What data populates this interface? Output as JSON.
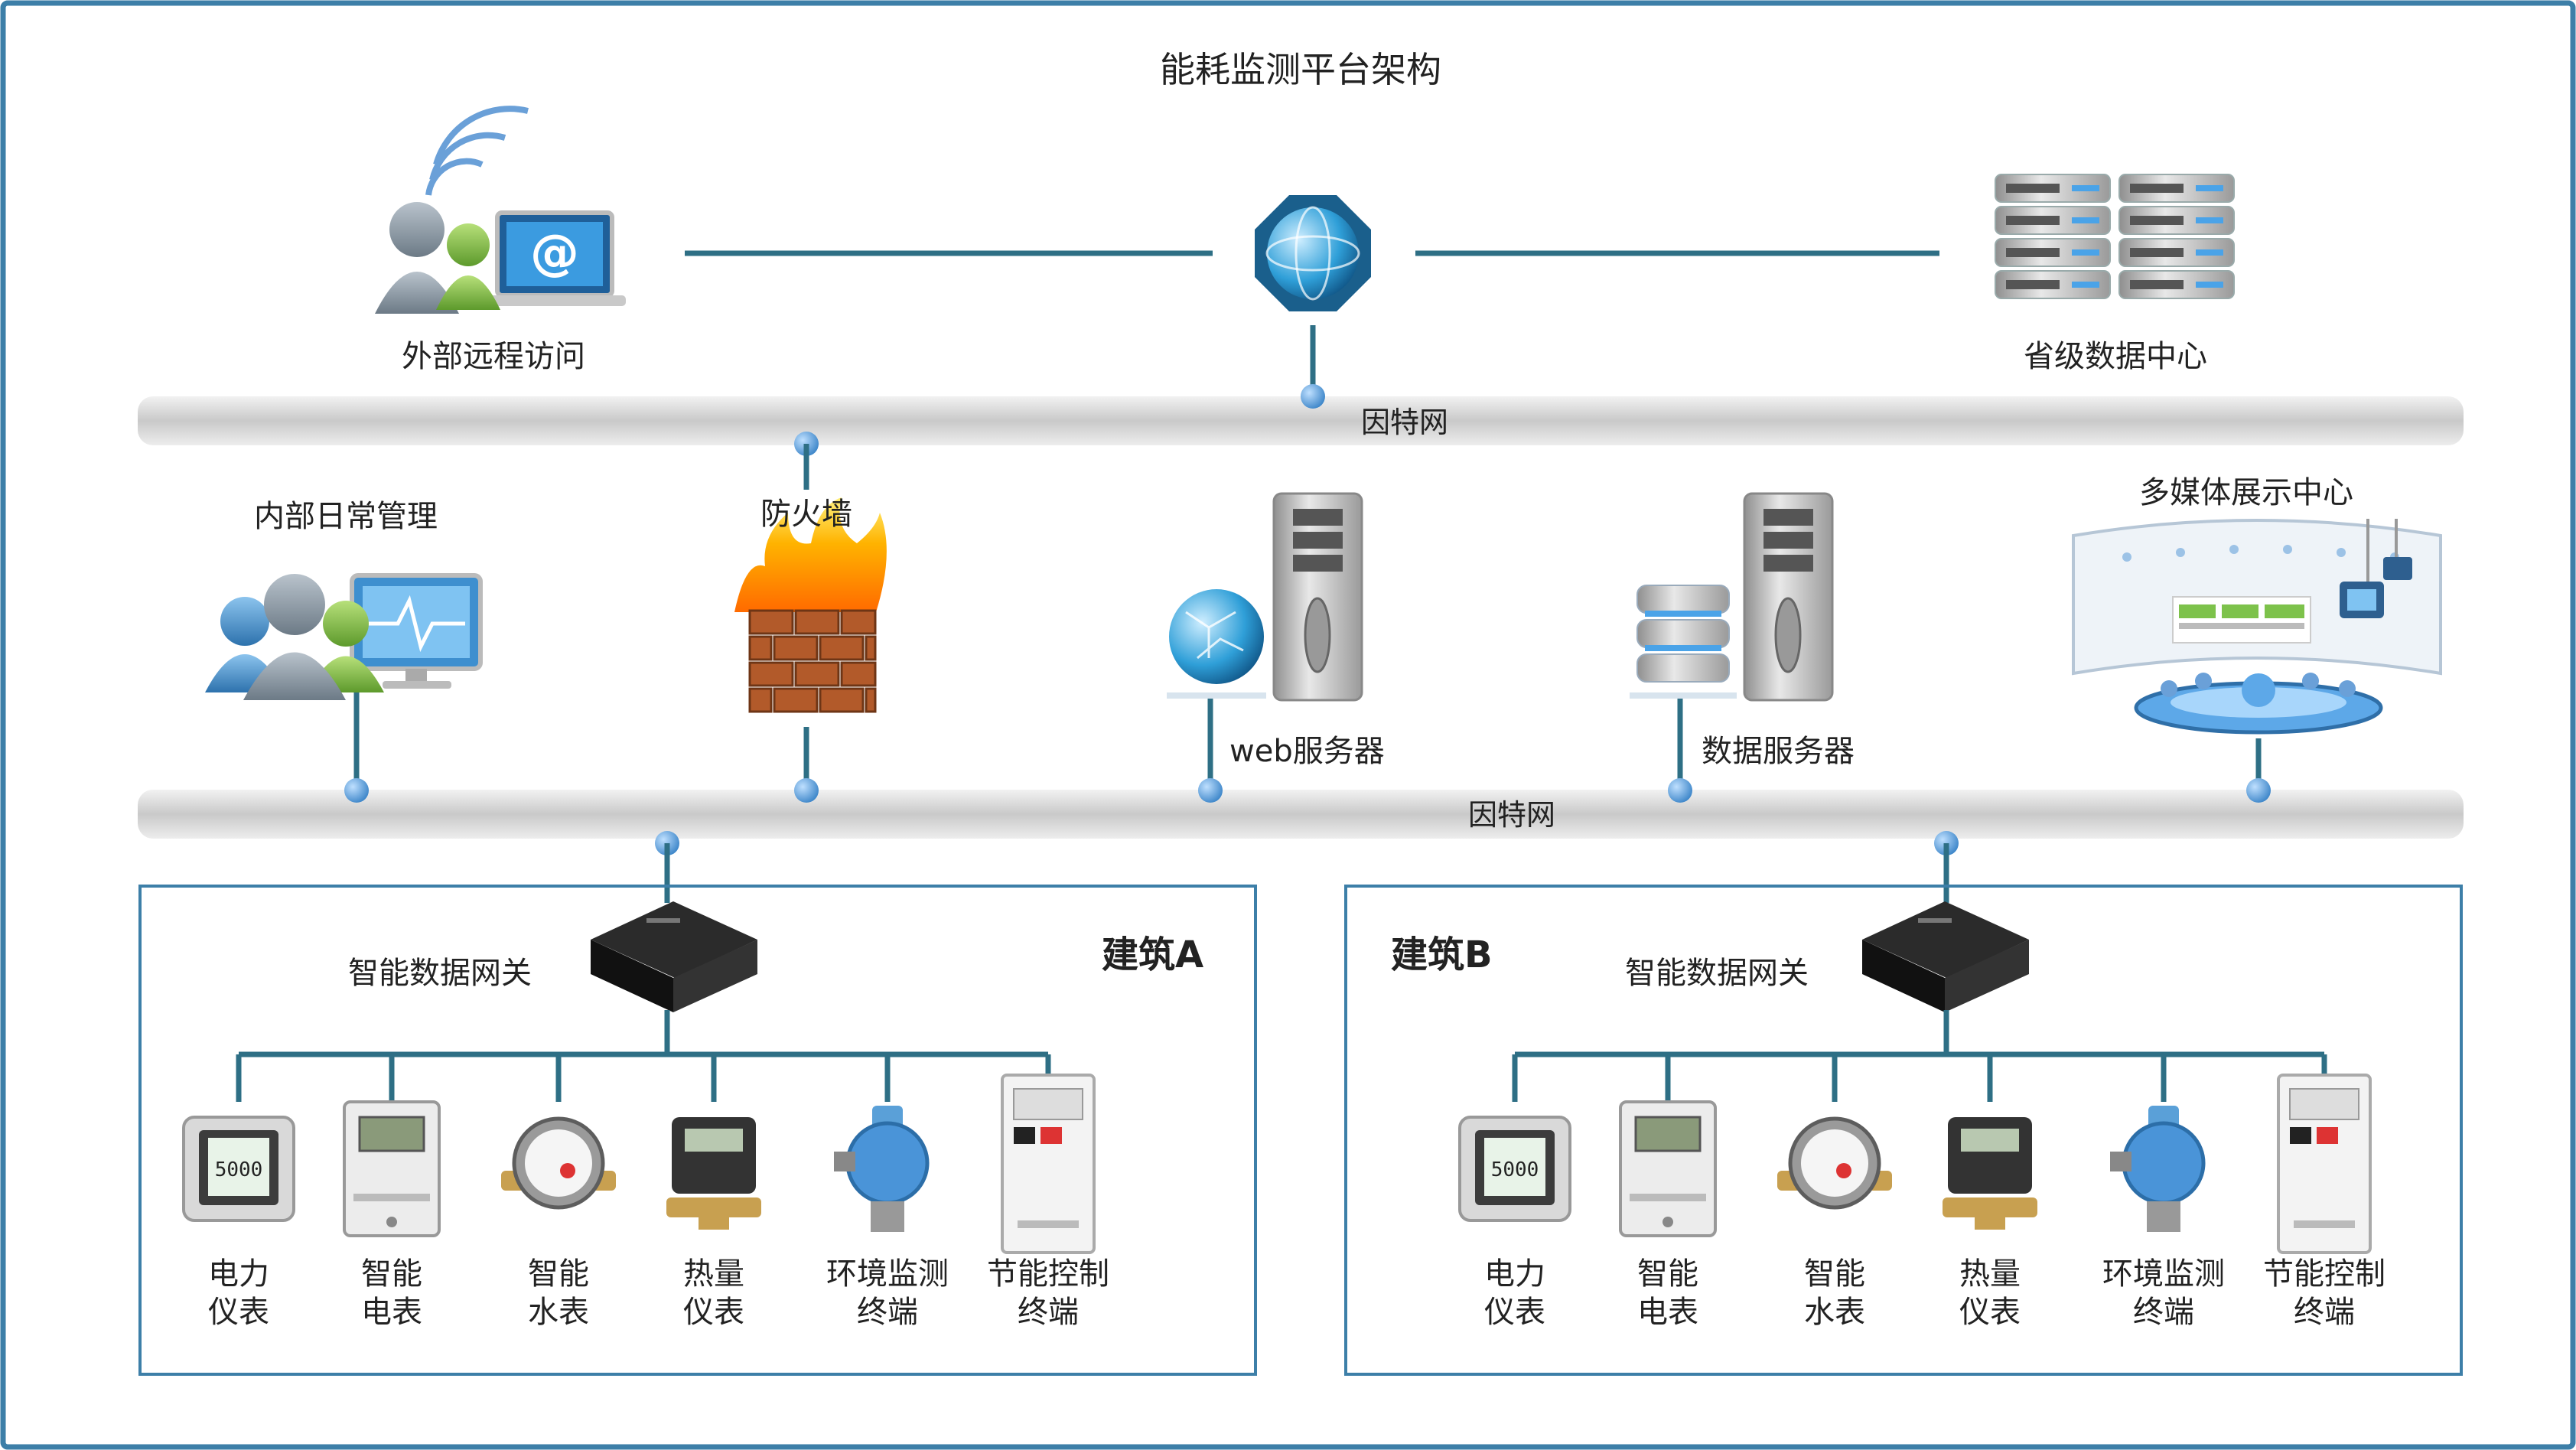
{
  "title": "能耗监测平台架构",
  "top": {
    "remote_access": "外部远程访问",
    "provincial_center": "省级数据中心"
  },
  "bus1_label": "因特网",
  "bus2_label": "因特网",
  "middle": {
    "internal_mgmt": "内部日常管理",
    "firewall": "防火墙",
    "web_server": "web服务器",
    "data_server": "数据服务器",
    "multimedia": "多媒体展示中心"
  },
  "buildings": [
    {
      "name": "建筑A",
      "gateway": "智能数据网关",
      "devices": [
        {
          "l1": "电力",
          "l2": "仪表",
          "icon": "power-meter-icon"
        },
        {
          "l1": "智能",
          "l2": "电表",
          "icon": "electric-meter-icon"
        },
        {
          "l1": "智能",
          "l2": "水表",
          "icon": "water-meter-icon"
        },
        {
          "l1": "热量",
          "l2": "仪表",
          "icon": "heat-meter-icon"
        },
        {
          "l1": "环境监测",
          "l2": "终端",
          "icon": "environment-sensor-icon"
        },
        {
          "l1": "节能控制",
          "l2": "终端",
          "icon": "control-cabinet-icon"
        }
      ]
    },
    {
      "name": "建筑B",
      "gateway": "智能数据网关",
      "devices": [
        {
          "l1": "电力",
          "l2": "仪表",
          "icon": "power-meter-icon"
        },
        {
          "l1": "智能",
          "l2": "电表",
          "icon": "electric-meter-icon"
        },
        {
          "l1": "智能",
          "l2": "水表",
          "icon": "water-meter-icon"
        },
        {
          "l1": "热量",
          "l2": "仪表",
          "icon": "heat-meter-icon"
        },
        {
          "l1": "环境监测",
          "l2": "终端",
          "icon": "environment-sensor-icon"
        },
        {
          "l1": "节能控制",
          "l2": "终端",
          "icon": "control-cabinet-icon"
        }
      ]
    }
  ],
  "meter_display": "5000",
  "icons": {
    "remote": "remote-users-laptop-icon",
    "hub": "network-hub-globe-icon",
    "datacenter": "server-rack-icon",
    "internal": "internal-users-monitor-icon",
    "firewall": "firewall-icon",
    "web": "web-server-icon",
    "data": "data-server-icon",
    "multimedia": "multimedia-center-icon",
    "gateway": "data-gateway-icon"
  },
  "colors": {
    "frame": "#3d7fa8",
    "line": "#2e6f85",
    "bus": "#d8d8d8",
    "node": "#5aa0d8"
  }
}
